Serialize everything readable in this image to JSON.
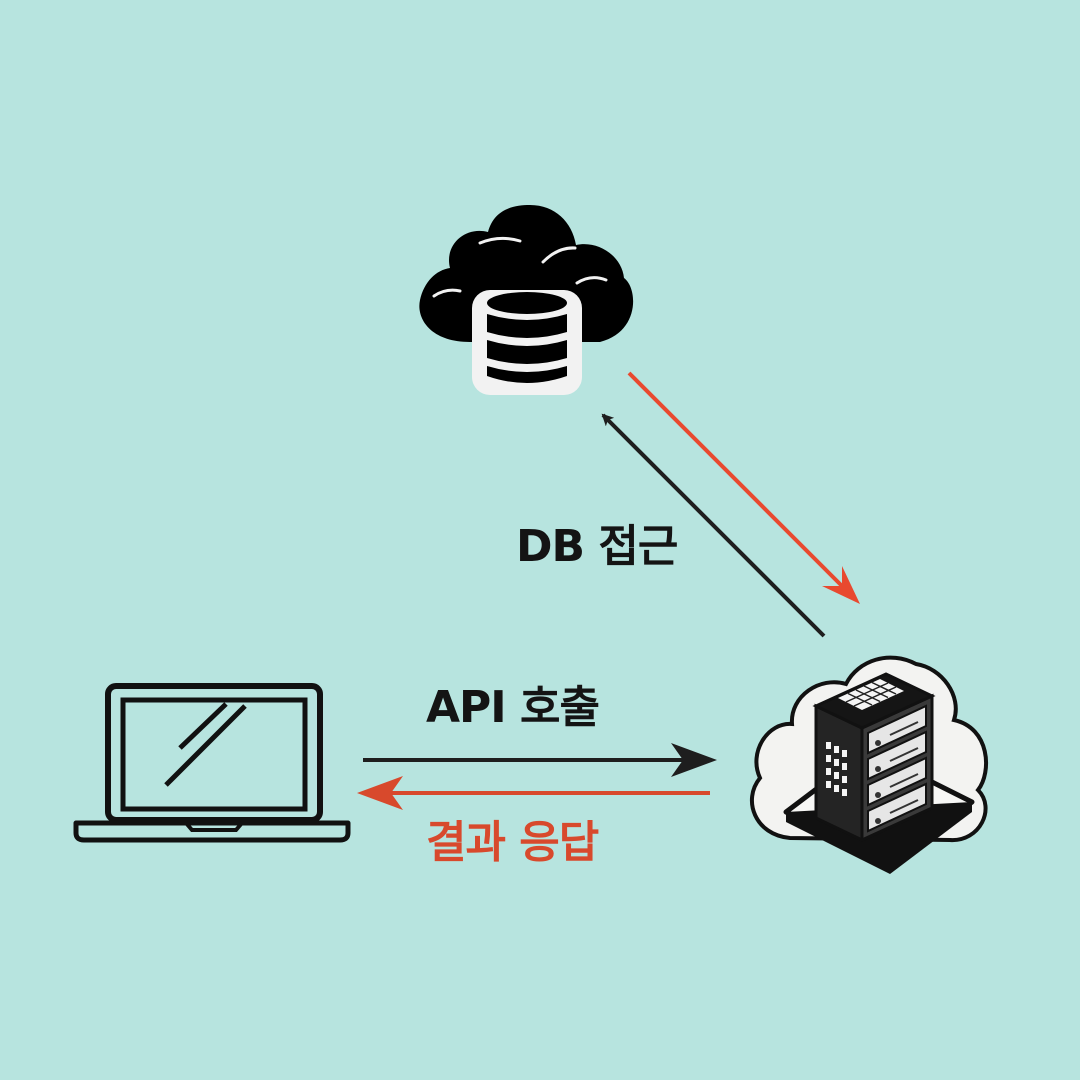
{
  "labels": {
    "db_access": "DB 접근",
    "api_call": "API 호출",
    "result_response": "결과 응답"
  },
  "icons": {
    "cloud_database": "cloud-database-icon",
    "laptop": "laptop-icon",
    "server": "server-rack-icon"
  },
  "colors": {
    "background": "#b7e4df",
    "request_arrow": "#1e1e1e",
    "response_arrow": "#e8492f",
    "response_text": "#d8492c"
  }
}
